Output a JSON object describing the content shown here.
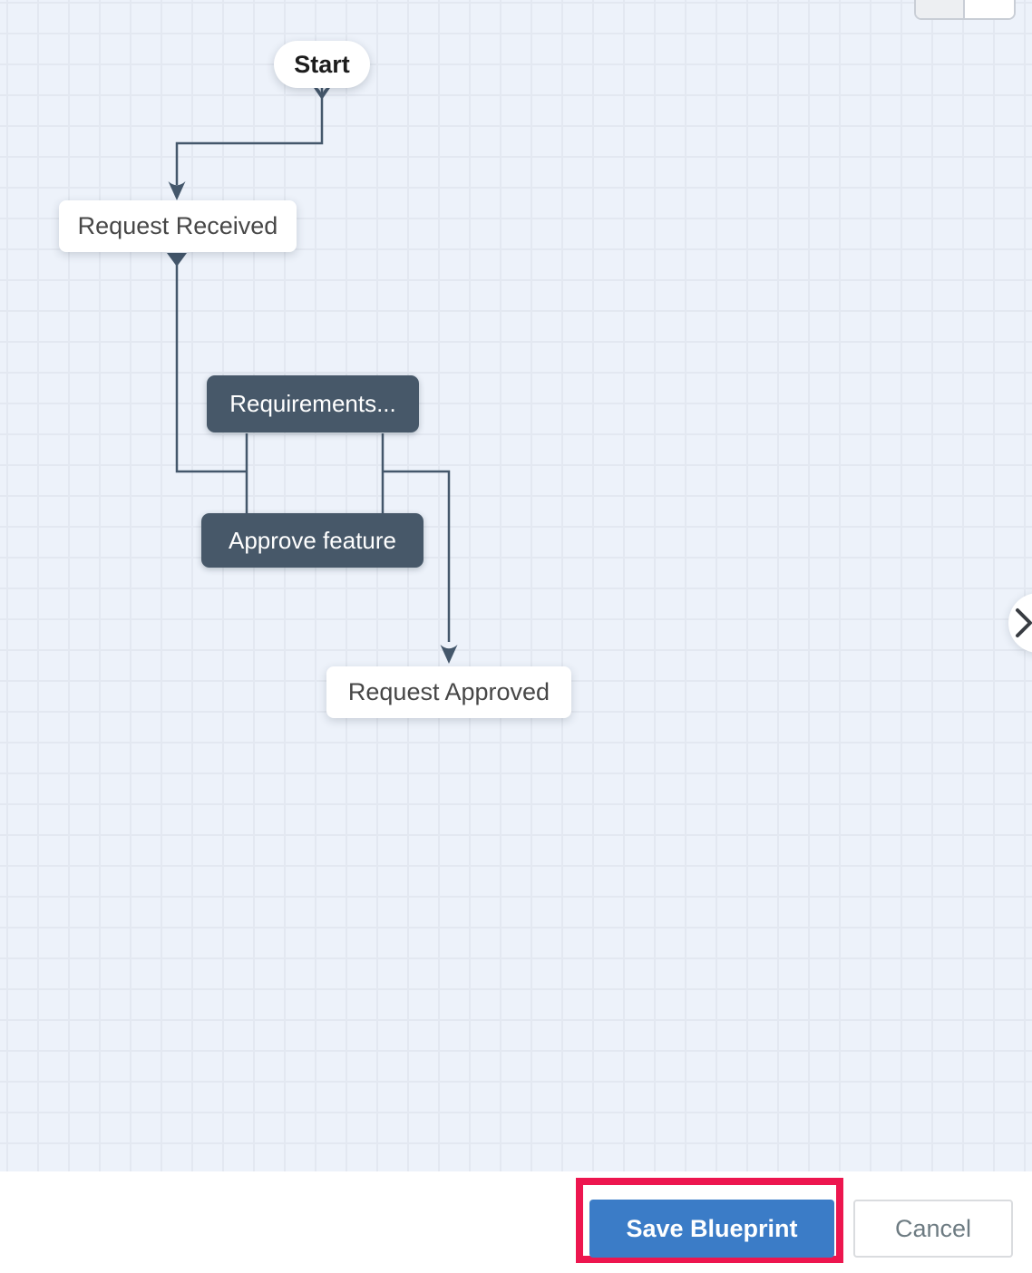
{
  "colors": {
    "canvas_bg": "#edf2fa",
    "grid_line": "#e3e8f1",
    "node_dark_bg": "#475869",
    "node_dark_text": "#ffffff",
    "node_light_bg": "#ffffff",
    "node_light_text": "#474747",
    "connector": "#44576b",
    "save_button_bg": "#3b7cc7",
    "save_button_text": "#ffffff",
    "cancel_text": "#6d7b82",
    "cancel_border": "#dadcdf",
    "highlight_border": "#ed164f",
    "footer_bg": "#ffffff"
  },
  "nodes": {
    "start": {
      "label": "Start"
    },
    "request_received": {
      "label": "Request Received"
    },
    "requirements": {
      "label": "Requirements..."
    },
    "approve_feature": {
      "label": "Approve feature"
    },
    "request_approved": {
      "label": "Request Approved"
    }
  },
  "footer": {
    "save_label": "Save Blueprint",
    "cancel_label": "Cancel"
  },
  "expander": {
    "icon": "chevron-right-icon"
  }
}
